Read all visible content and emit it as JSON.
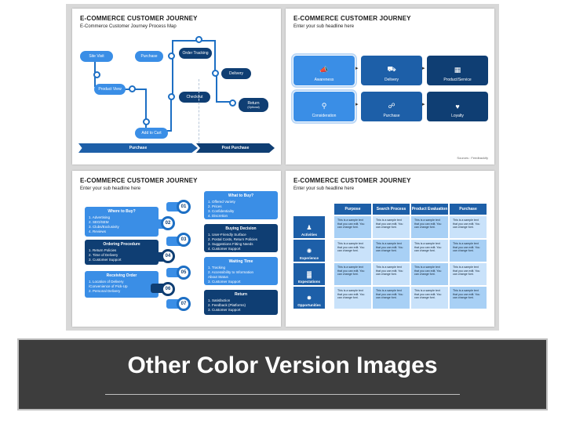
{
  "slide1": {
    "title": "E-COMMERCE CUSTOMER JOURNEY",
    "subtitle": "E-Commerce Customer Journey Process Map",
    "steps": [
      "Site Visit",
      "Product View",
      "Add to Cart",
      "Checkout",
      "Purchase",
      "Order Tracking",
      "Delivery",
      "Return"
    ],
    "return_note": "(Optional)",
    "bar_purchase": "Purchase",
    "bar_post": "Post Purchase"
  },
  "slide2": {
    "title": "E-COMMERCE CUSTOMER JOURNEY",
    "subtitle": "Enter your sub headline here",
    "boxes": [
      "Awareness",
      "Delivery",
      "Product/Service",
      "Consideration",
      "Purchase",
      "Loyalty"
    ],
    "source": "Sources : Feedbackify"
  },
  "slide3": {
    "title": "E-COMMERCE CUSTOMER JOURNEY",
    "subtitle": "Enter your sub headline here",
    "numbers": [
      "01",
      "02",
      "03",
      "04",
      "05",
      "06",
      "07"
    ],
    "left_cards": [
      {
        "heading": "Where to Buy?",
        "items": [
          "1.  Advertising",
          "2.  SEO/SEM",
          "3.  Clubs/Exclusivity",
          "4.  Reviews"
        ]
      },
      {
        "heading": "Ordering Procedure",
        "items": [
          "1.  Return Policies",
          "2.  Time of Delivery",
          "3.  Customer Support"
        ]
      },
      {
        "heading": "Receiving Order",
        "items": [
          "1.  Location of Delivery",
          "    /Convenience of Pick-Up",
          "2.  Personal Delivery"
        ]
      }
    ],
    "right_cards": [
      {
        "heading": "What to Buy?",
        "items": [
          "1.  Offered Variety",
          "2.  Prices",
          "3.  Confidentiality",
          "4.  Discretion"
        ]
      },
      {
        "heading": "Buying Decision",
        "items": [
          "1.  User-Friendly Surface",
          "2.  Postal Costs, Return Policies",
          "3.  Suggestions Fitting Needs",
          "4.  Customer Support"
        ]
      },
      {
        "heading": "Waiting Time",
        "items": [
          "1.  Tracking",
          "2.  Accessibility to Information",
          "    About Status",
          "3.  Customer Support"
        ]
      },
      {
        "heading": "Return",
        "items": [
          "1.  Satisfaction",
          "2.  Feedback (Platforms)",
          "3.  Customer Support"
        ]
      }
    ]
  },
  "slide4": {
    "title": "E-COMMERCE CUSTOMER JOURNEY",
    "subtitle": "Enter your sub headline here",
    "columns": [
      "Purpose",
      "Search Process",
      "Product Evaluation",
      "Purchase"
    ],
    "rows": [
      "Activities",
      "Experience",
      "Expectations",
      "Opportunities"
    ],
    "cell_text": "This is a sample text that you can edit. You can change font."
  },
  "banner": {
    "text": "Other Color Version Images"
  }
}
